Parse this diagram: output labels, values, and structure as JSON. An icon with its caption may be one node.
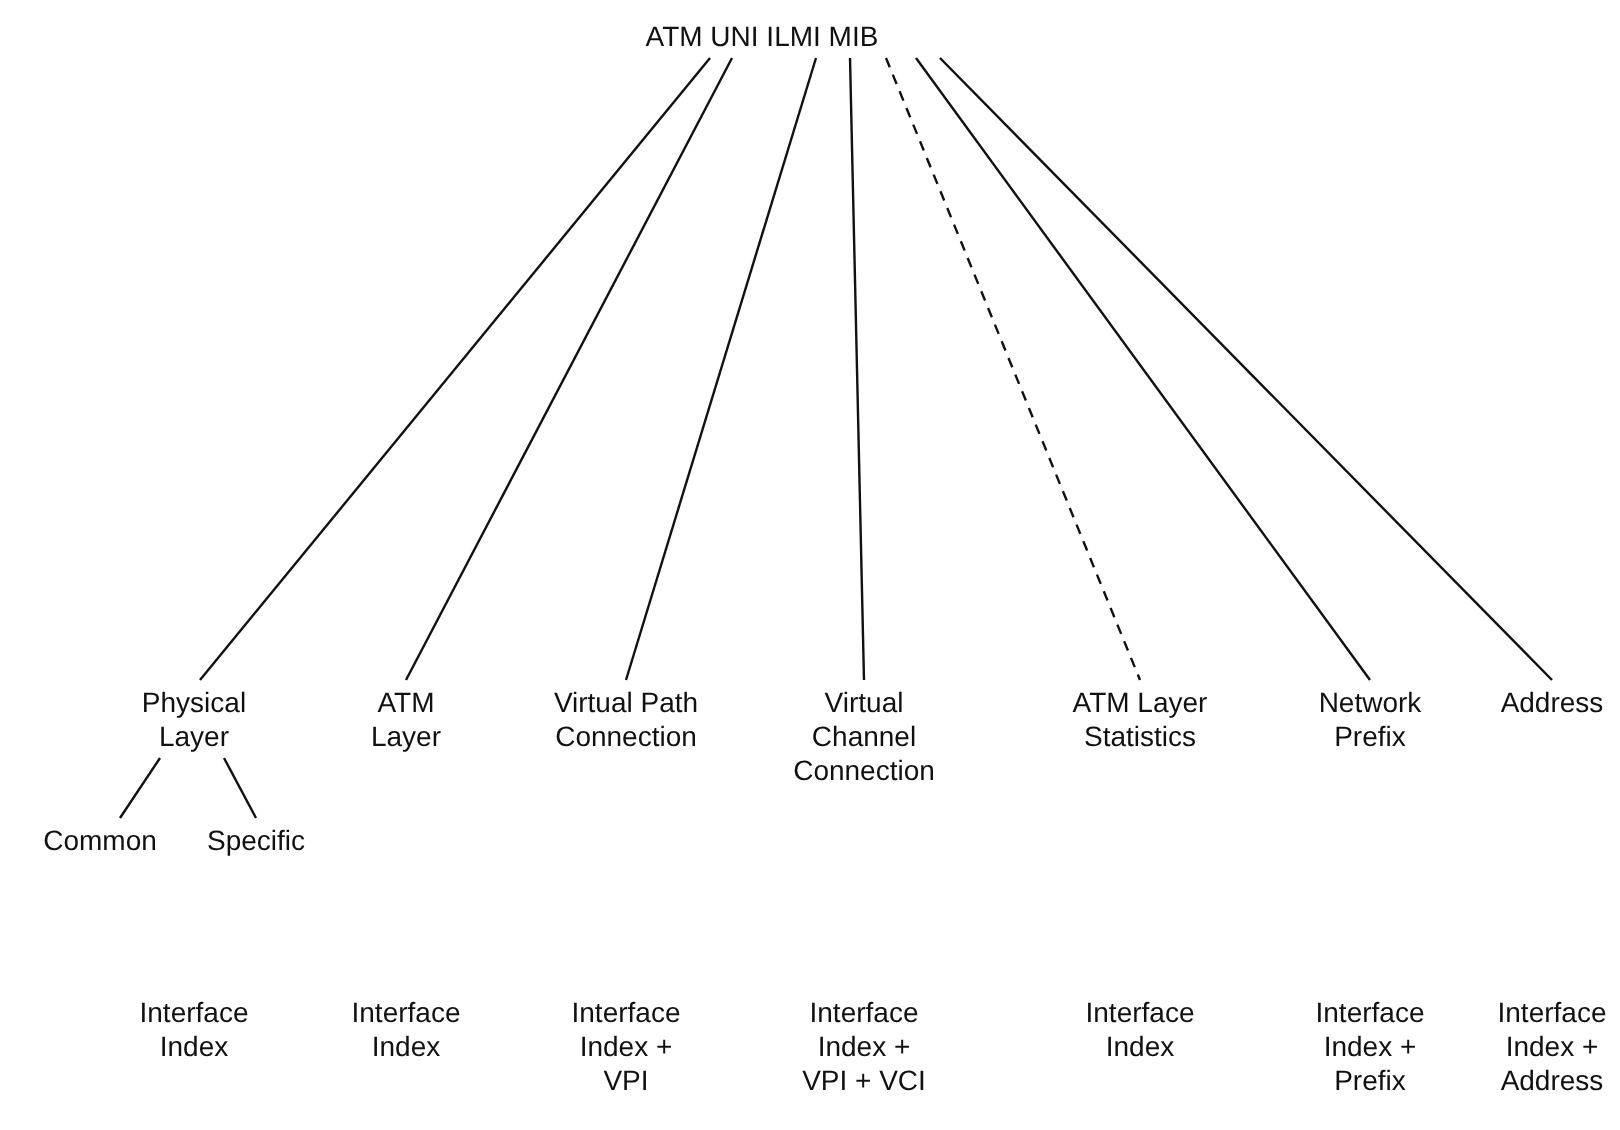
{
  "diagram": {
    "nodes": [
      {
        "text": [
          "ATM  UNI  ILMI  MIB"
        ]
      },
      {
        "text": [
          "Physical Layer"
        ]
      },
      {
        "text": [
          "ATM Layer"
        ]
      },
      {
        "text": [
          "Virtual Path Connection"
        ]
      },
      {
        "text": [
          "Virtual Channel Connection"
        ]
      },
      {
        "text": [
          "ATM Layer Statistics"
        ]
      },
      {
        "text": [
          "Network Prefix"
        ]
      },
      {
        "text": [
          "Address"
        ]
      },
      {
        "text": [
          "Common"
        ]
      },
      {
        "text": [
          "Specific"
        ]
      }
    ],
    "edges": [
      {
        "from": 0,
        "to": 1,
        "arrow": "none"
      },
      {
        "from": 0,
        "to": 2,
        "arrow": "none"
      },
      {
        "from": 0,
        "to": 3,
        "arrow": "none"
      },
      {
        "from": 0,
        "to": 4,
        "arrow": "none"
      },
      {
        "from": 0,
        "to": 5,
        "arrow": "none",
        "style": "dashed"
      },
      {
        "from": 0,
        "to": 6,
        "arrow": "none"
      },
      {
        "from": 0,
        "to": 7,
        "arrow": "none"
      },
      {
        "from": 1,
        "to": 8,
        "arrow": "none"
      },
      {
        "from": 1,
        "to": 9,
        "arrow": "none"
      }
    ],
    "labels": [
      "Interface Index",
      "Interface Index",
      "Interface Index + VPI",
      "Interface Index + VPI + VCI",
      "Interface Index",
      "Interface Index + Prefix",
      "Interface Index + Address"
    ]
  }
}
